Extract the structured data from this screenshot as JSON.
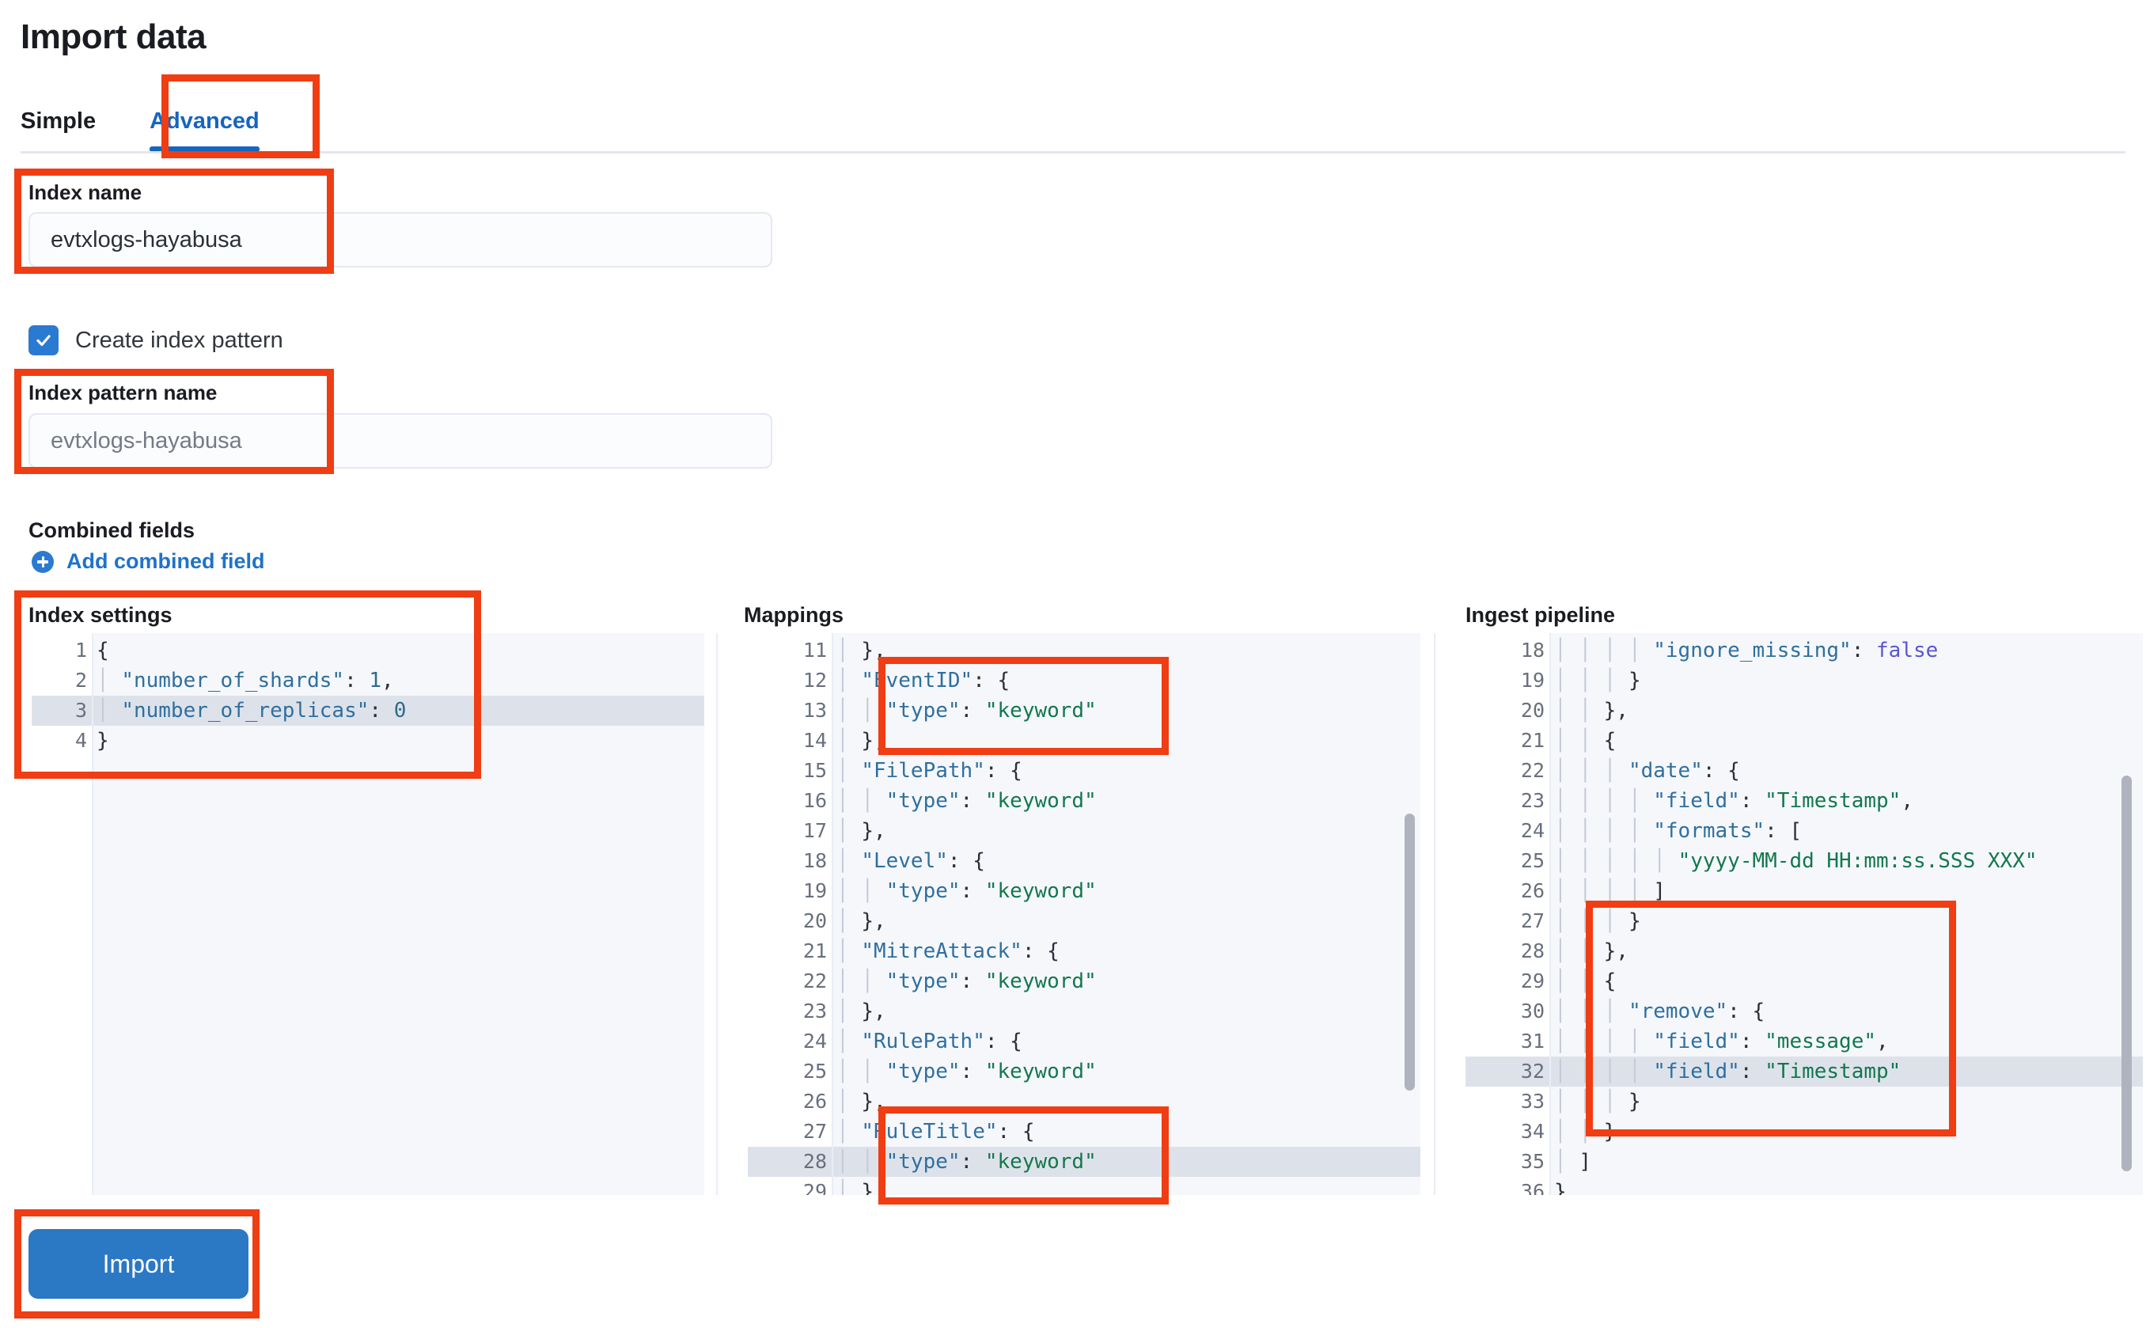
{
  "page": {
    "title": "Import data"
  },
  "tabs": [
    {
      "label": "Simple",
      "active": false
    },
    {
      "label": "Advanced",
      "active": true
    }
  ],
  "index_name": {
    "label": "Index name",
    "value": "evtxlogs-hayabusa"
  },
  "create_index_pattern": {
    "label": "Create index pattern",
    "checked": true
  },
  "index_pattern_name": {
    "label": "Index pattern name",
    "placeholder": "evtxlogs-hayabusa"
  },
  "combined_fields": {
    "label": "Combined fields",
    "add_link": "Add combined field",
    "add_icon": "plus-circle-icon"
  },
  "editors": {
    "index_settings": {
      "title": "Index settings",
      "first_line": 1,
      "highlighted_line": 3,
      "fold_lines": [
        1
      ],
      "lines": [
        "{",
        "  \"number_of_shards\": 1,",
        "  \"number_of_replicas\": 0",
        "}"
      ]
    },
    "mappings": {
      "title": "Mappings",
      "first_line": 11,
      "highlighted_line": 28,
      "fold_lines": [
        12,
        15,
        18,
        21,
        24,
        27
      ],
      "lines": [
        "  },",
        "  \"EventID\": {",
        "    \"type\": \"keyword\"",
        "  },",
        "  \"FilePath\": {",
        "    \"type\": \"keyword\"",
        "  },",
        "  \"Level\": {",
        "    \"type\": \"keyword\"",
        "  },",
        "  \"MitreAttack\": {",
        "    \"type\": \"keyword\"",
        "  },",
        "  \"RulePath\": {",
        "    \"type\": \"keyword\"",
        "  },",
        "  \"RuleTitle\": {",
        "    \"type\": \"keyword\"",
        "  },"
      ]
    },
    "ingest_pipeline": {
      "title": "Ingest pipeline",
      "first_line": 18,
      "highlighted_line": 32,
      "fold_lines": [
        21,
        22,
        24,
        29,
        30
      ],
      "lines": [
        "        \"ignore_missing\": false",
        "      }",
        "    },",
        "    {",
        "      \"date\": {",
        "        \"field\": \"Timestamp\",",
        "        \"formats\": [",
        "          \"yyyy-MM-dd HH:mm:ss.SSS XXX\"",
        "        ]",
        "      }",
        "    },",
        "    {",
        "      \"remove\": {",
        "        \"field\": \"message\",",
        "        \"field\": \"Timestamp\"",
        "      }",
        "    }",
        "  ]",
        "}"
      ]
    }
  },
  "import_button": {
    "label": "Import"
  },
  "colors": {
    "accent_blue": "#1665c0",
    "button_blue": "#2b78c4",
    "annotation_red": "#f03d13",
    "code_key": "#2f6f9f",
    "code_string": "#12784d",
    "code_bool": "#5b54d6",
    "highlight_row": "#dde2ea"
  }
}
